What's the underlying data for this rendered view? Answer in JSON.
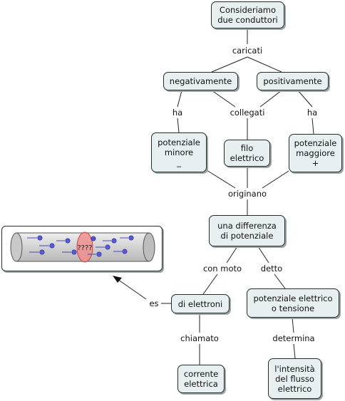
{
  "nodes": {
    "consideriamo": "Consideriamo\ndue conduttori",
    "negativamente": "negativamente",
    "positivamente": "positivamente",
    "potenziale_minore": "potenziale\nminore\n_",
    "filo_elettrico": "filo\nelettrico",
    "potenziale_maggiore": "potenziale\nmaggiore\n+",
    "differenza": "una differenza\ndi potenziale",
    "di_elettroni": "di elettroni",
    "potenziale_elettrico": "potenziale elettrico\no tensione",
    "corrente": "corrente\nelettrica",
    "intensita": "l'intensità\ndel flusso\nelettrico"
  },
  "links": {
    "caricati": "caricati",
    "ha_left": "ha",
    "collegati": "collegati",
    "ha_right": "ha",
    "originano": "originano",
    "con_moto": "con moto",
    "detto": "detto",
    "es": "es",
    "chiamato": "chiamato",
    "determina": "determina"
  },
  "illustration": {
    "label": "????",
    "description_icon": "wire-electron-flow-image",
    "colors": {
      "tube": "#d6d6d6",
      "electron": "#4a4ac8",
      "cross_section": "#f08a8a"
    }
  }
}
